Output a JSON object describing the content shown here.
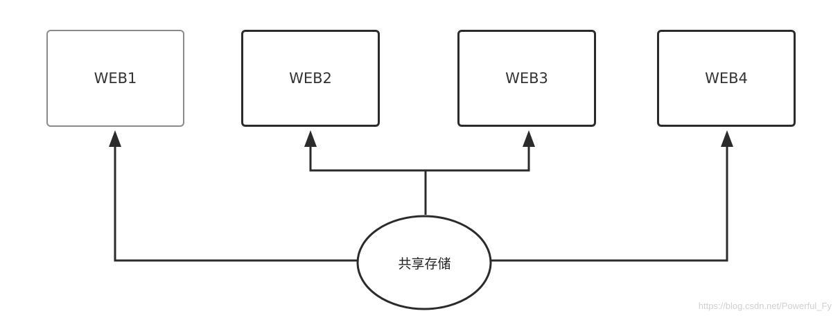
{
  "nodes": {
    "web1": "WEB1",
    "web2": "WEB2",
    "web3": "WEB3",
    "web4": "WEB4",
    "storage": "共享存储"
  },
  "watermark": "https://blog.csdn.net/Powerful_Fy"
}
